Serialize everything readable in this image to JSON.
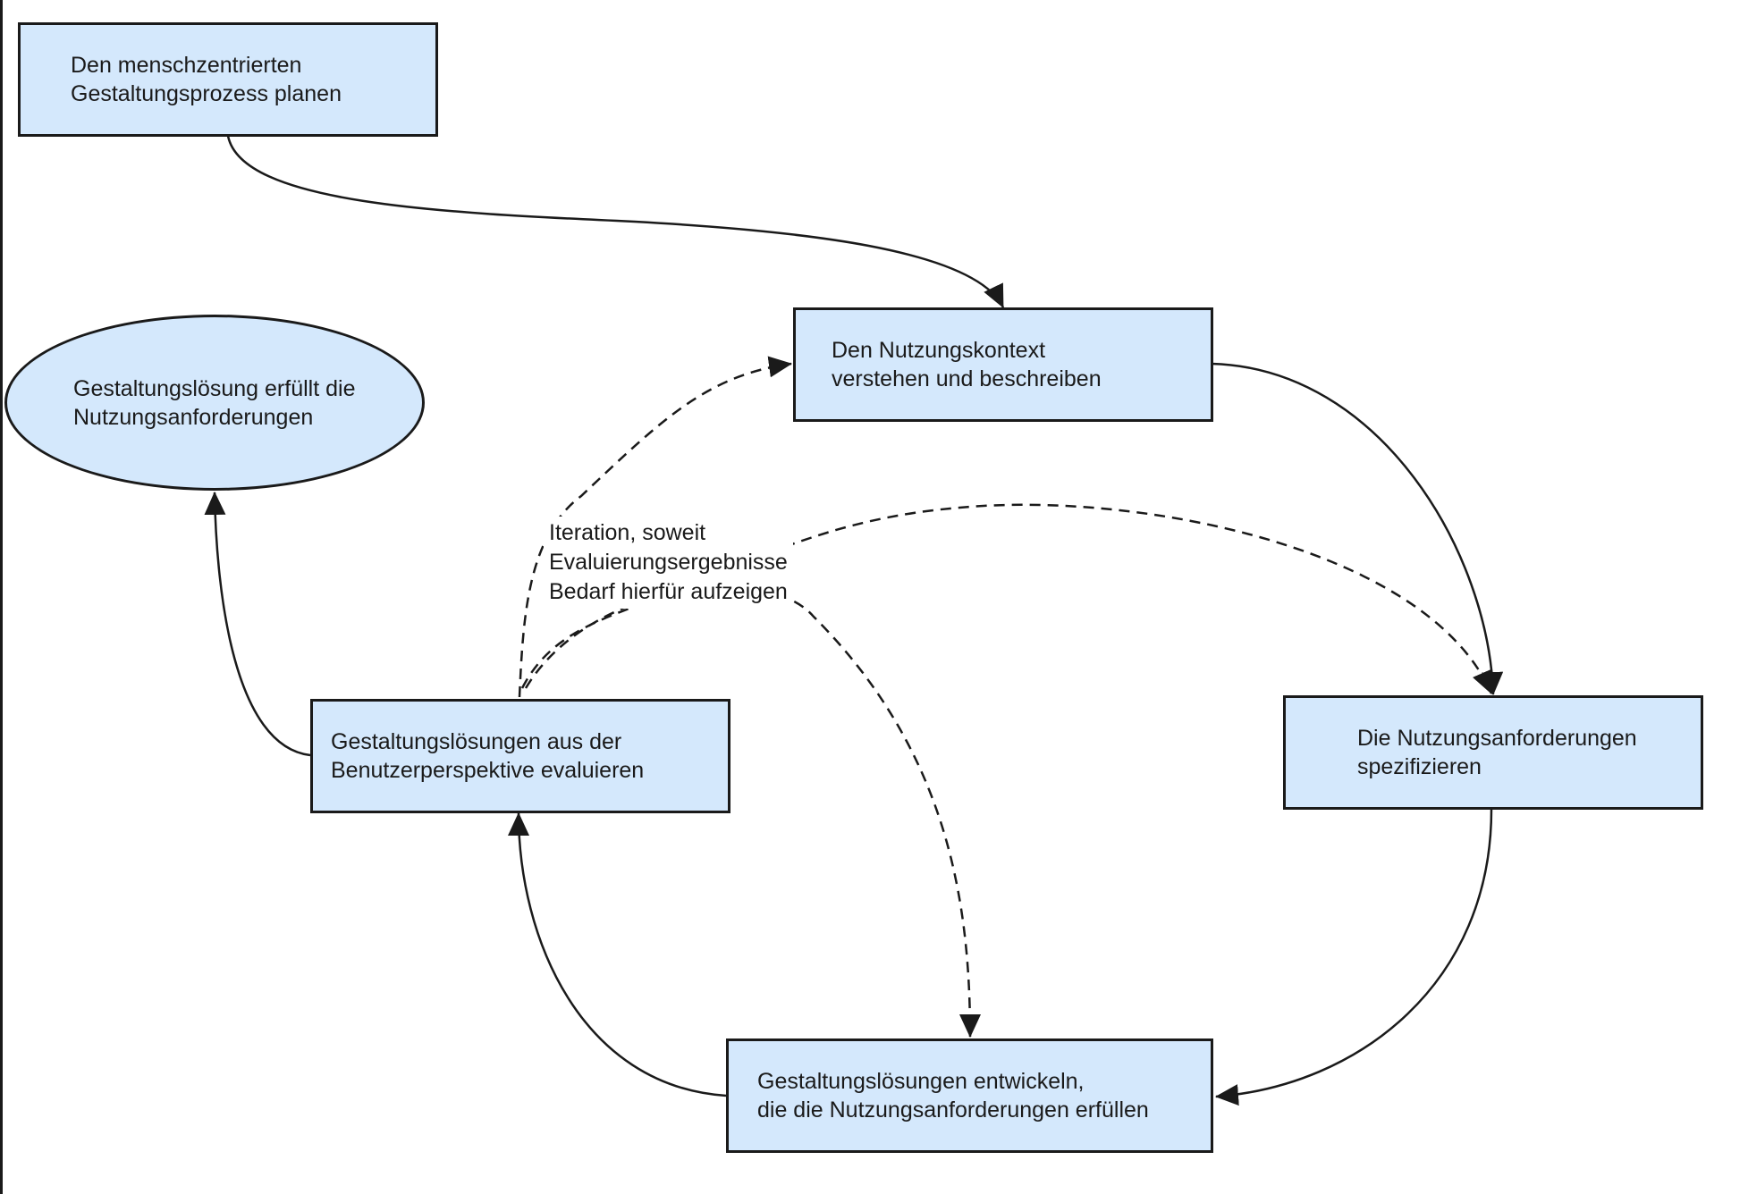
{
  "diagram": {
    "nodes": {
      "plan": "Den menschzentrierten\nGestaltungsprozess planen",
      "context": "Den Nutzungskontext\nverstehen und beschreiben",
      "requirements": "Die Nutzungsanforderungen\nspezifizieren",
      "develop": "Gestaltungslösungen entwickeln,\ndie die Nutzungsanforderungen erfüllen",
      "evaluate": "Gestaltungslösungen aus der\nBenutzerperspektive evaluieren",
      "result": "Gestaltungslösung erfüllt die\nNutzungsanforderungen"
    },
    "iteration_note": "Iteration, soweit\nEvaluierungsergebnisse\nBedarf hierfür aufzeigen"
  },
  "colors": {
    "node_fill": "#d4e8fc",
    "stroke": "#1a1a1a"
  }
}
